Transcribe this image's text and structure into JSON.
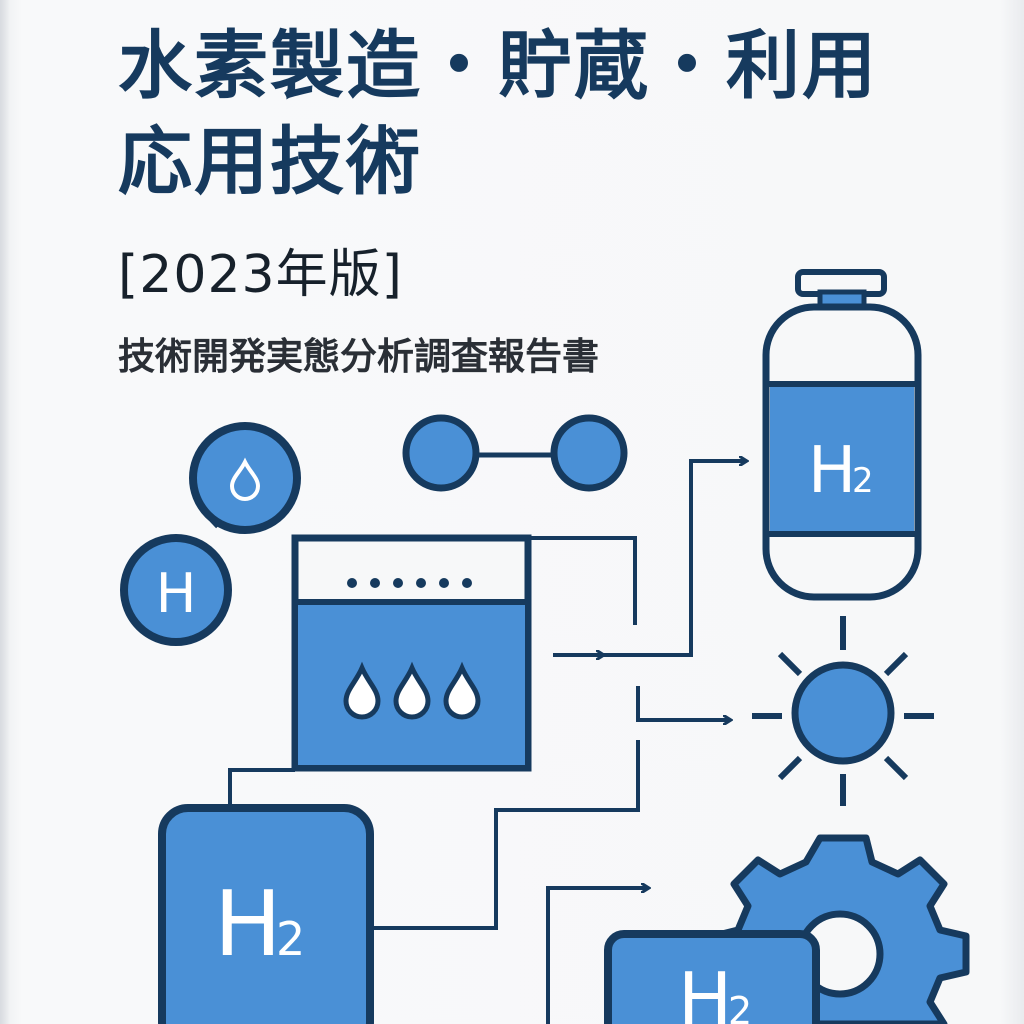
{
  "cover": {
    "title_line1": "水素製造・貯蔵・利用",
    "title_line2": "応用技術",
    "edition": "[2023年版]",
    "subtitle": "技術開発実態分析調査報告書"
  },
  "illustration": {
    "atom_label": "H",
    "tank_label_main": "H",
    "tank_label_sub": "2"
  },
  "colors": {
    "navy": "#163a5e",
    "blue": "#4a90d6",
    "background": "#f7f8f9"
  }
}
